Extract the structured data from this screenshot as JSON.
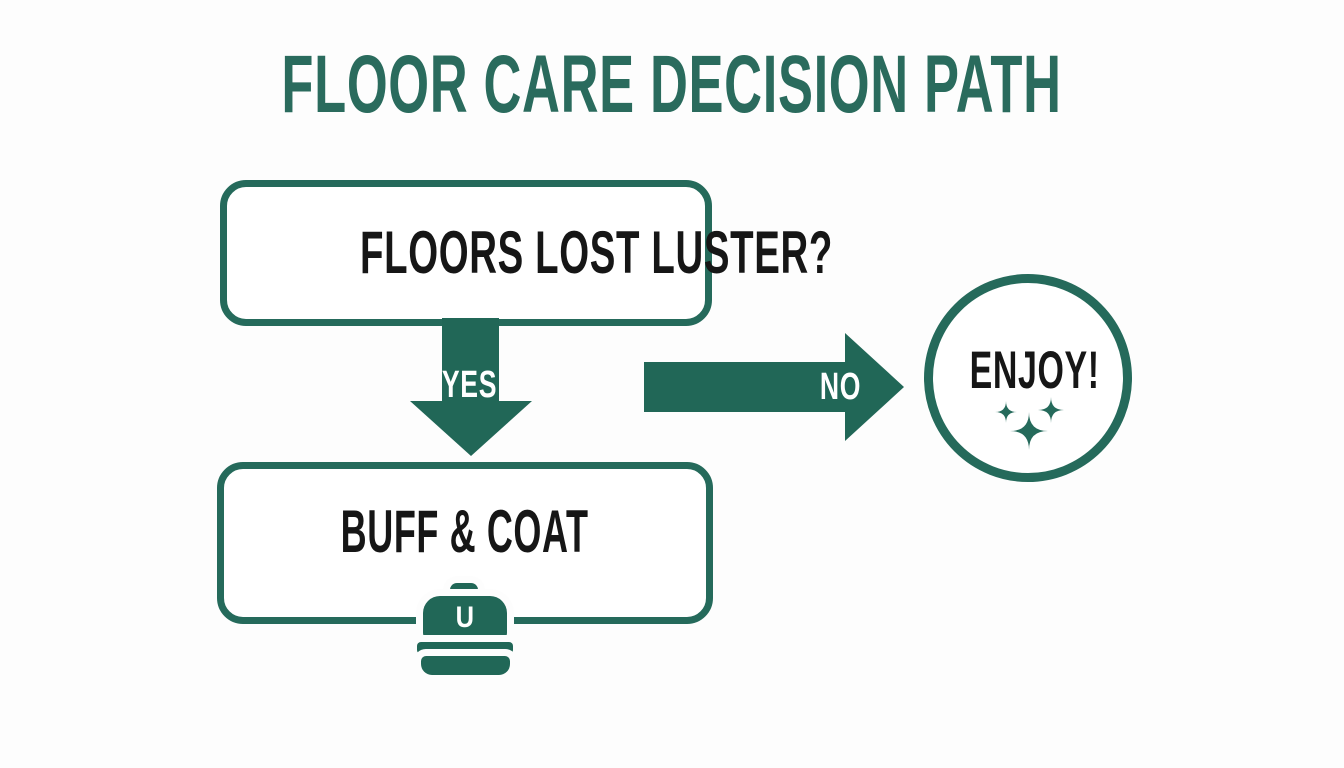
{
  "colors": {
    "accent_fill": "#216757",
    "accent_border": "#256a5b",
    "title_color": "#2a6b5d",
    "text_color": "#161616",
    "label_on_accent": "#ffffff",
    "background": "#fdfdfd"
  },
  "title": "FLOOR CARE DECISION PATH",
  "flow": {
    "question": {
      "label": "FLOORS LOST LUSTER?"
    },
    "yes": {
      "label": "YES"
    },
    "no": {
      "label": "NO"
    },
    "action": {
      "label": "BUFF & COAT",
      "machine_letter": "U"
    },
    "outcome": {
      "label": "ENJOY!"
    }
  }
}
